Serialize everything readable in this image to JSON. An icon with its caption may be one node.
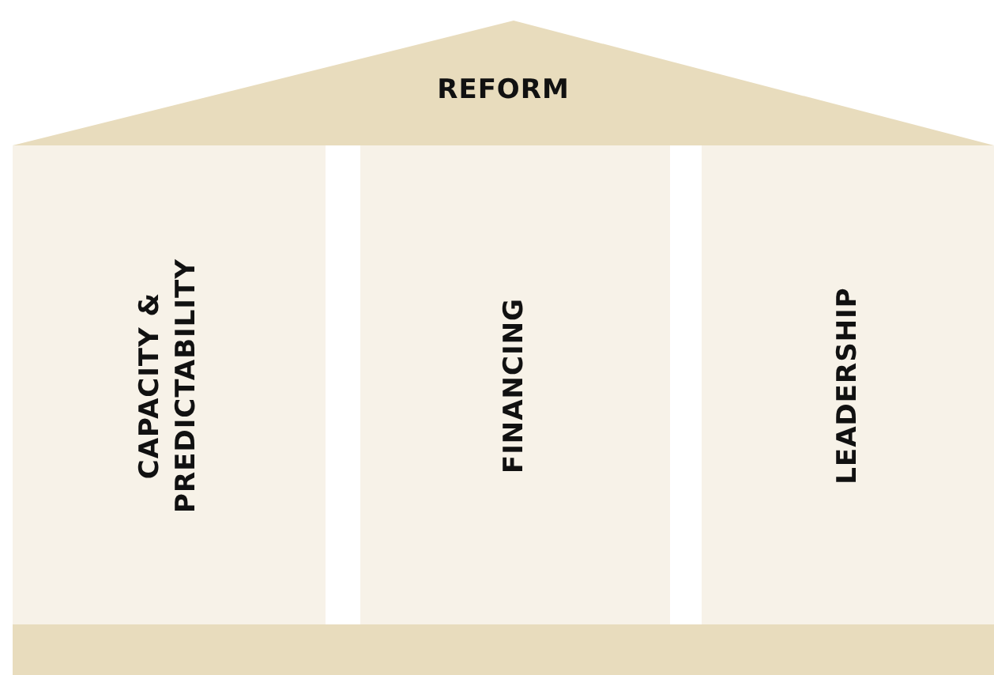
{
  "diagram": {
    "nodes": [
      {
        "text": [
          "REFORM"
        ]
      },
      {
        "text": [
          "CAPACITY & PREDICTABILITY"
        ]
      },
      {
        "text": [
          "FINANCING"
        ]
      },
      {
        "text": [
          "LEADERSHIP"
        ]
      },
      {
        "text": [],
        "shape": "bar"
      }
    ]
  }
}
